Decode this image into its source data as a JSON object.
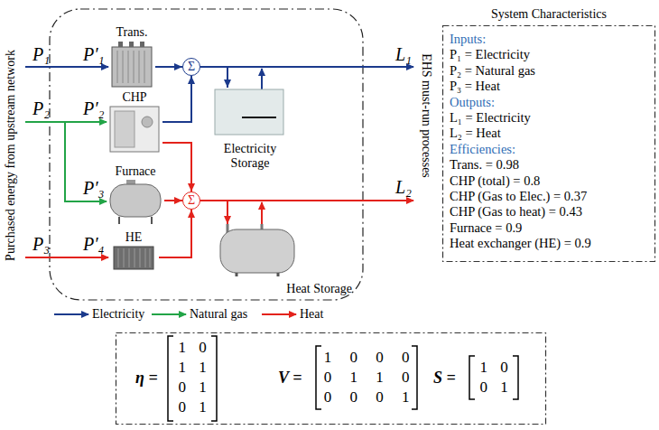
{
  "diagram": {
    "nodes": [
      {
        "text": [
          "Trans."
        ]
      },
      {
        "text": [
          "Σ"
        ]
      },
      {
        "text": [
          "CHP"
        ]
      },
      {
        "text": [
          "Electricity Storage"
        ]
      },
      {
        "text": [
          "Furnace"
        ]
      },
      {
        "text": [
          "Σ"
        ]
      },
      {
        "text": [
          "HE"
        ]
      },
      {
        "text": [
          "Heat Storage"
        ]
      },
      {
        "text": [
          "System Characteristics",
          "Inputs:",
          "P₁ = Electricity",
          "P₂ = Natural gas",
          "P₃ = Heat",
          "Outputs:",
          "L₁ = Electricity",
          "L₂ = Heat",
          "Efficiencies:",
          "Trans. = 0.98",
          "CHP (total) = 0.8",
          "CHP (Gas to Elec.) = 0.37",
          "CHP (Gas to heat) = 0.43",
          "Furnace = 0.9",
          "Heat exchanger (HE) = 0.9"
        ]
      },
      {
        "text": [
          "η =",
          "1 0",
          "1 1",
          "0 1",
          "0 1",
          "V =",
          "1 0 0 0",
          "0 1 1 0",
          "0 0 0 1",
          "S =",
          "1 0",
          "0 1"
        ]
      }
    ],
    "edges": [
      {
        "from": 0,
        "to": 1,
        "arrow": "to"
      },
      {
        "from": 2,
        "to": 1,
        "arrow": "to"
      },
      {
        "from": 1,
        "to": 3,
        "arrow": "to"
      },
      {
        "from": 2,
        "to": 5,
        "arrow": "to"
      },
      {
        "from": 4,
        "to": 5,
        "arrow": "to"
      },
      {
        "from": 6,
        "to": 5,
        "arrow": "to"
      },
      {
        "from": 5,
        "to": 7,
        "arrow": "to"
      }
    ],
    "labels": [
      "P₁",
      "P′₁",
      "P₂",
      "P′₂",
      "P′₃",
      "P₃",
      "P′₄",
      "L₁",
      "L₂",
      "Purchased energy from upstream network",
      "EHS must-run processes"
    ],
    "legend": [
      {
        "text": "Electricity"
      },
      {
        "text": "Natural gas"
      },
      {
        "text": "Heat"
      }
    ]
  }
}
